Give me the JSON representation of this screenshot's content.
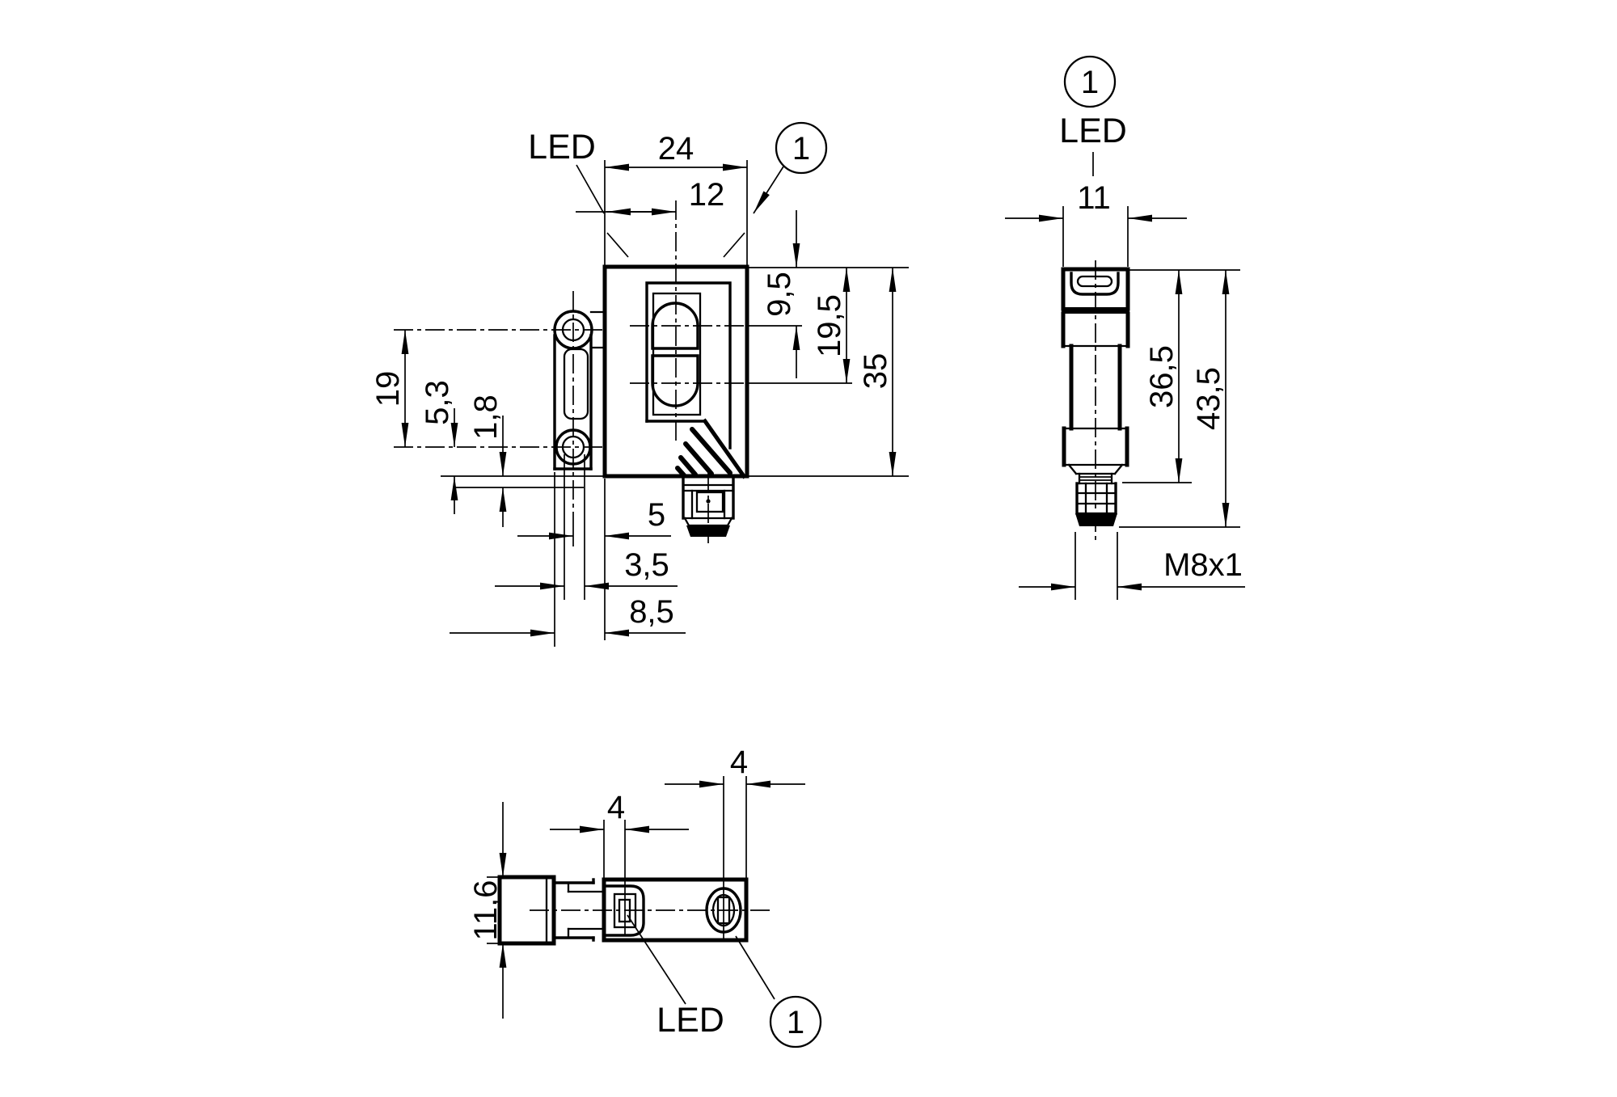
{
  "drawing": {
    "background": "#ffffff",
    "line_color": "#000000",
    "views": {
      "front": {
        "led_label": "LED",
        "callout": "1",
        "dim_width": "24",
        "dim_optical_axis": "12",
        "dim_lens1_from_top": "9,5",
        "dim_lens2_from_top": "19,5",
        "dim_height": "35",
        "dim_hole_spacing": "19",
        "dim_hole_to_bottom": "5,3",
        "dim_bracket_overhang": "1,8",
        "dim_hole_to_face": "5",
        "dim_slot_width": "3,5",
        "dim_bracket_width": "8,5"
      },
      "side": {
        "callout": "1",
        "led_label": "LED",
        "dim_width": "11",
        "dim_body_length": "36,5",
        "dim_total_length": "43,5",
        "thread_label": "M8x1"
      },
      "bottom": {
        "dim_led_axis": "4",
        "dim_adjuster_axis": "4",
        "dim_depth": "11,6",
        "led_label": "LED",
        "callout": "1"
      }
    }
  }
}
